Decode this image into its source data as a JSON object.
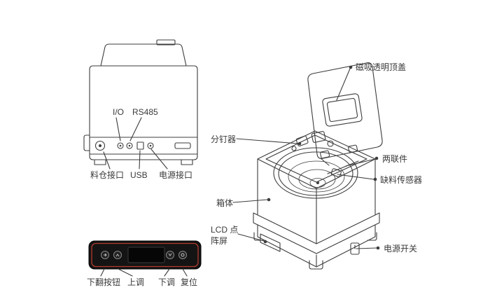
{
  "back_view": {
    "io": "I/O",
    "rs485": "RS485",
    "hopper_port": "料仓接口",
    "usb": "USB",
    "power_port": "电源接口"
  },
  "iso_view": {
    "top_cover": "磁吸透明顶盖",
    "pin_separator": "分钉器",
    "duplex_part": "两联件",
    "shortage_sensor": "缺料传感器",
    "cabinet": "箱体",
    "lcd_line1": "LCD 点",
    "lcd_line2": "阵屏",
    "power_switch": "电源开关"
  },
  "panel": {
    "page_down_button": "下翻按钮",
    "up_button": "上调",
    "down_button": "下调",
    "reset_button": "复位"
  },
  "colors": {
    "line": "#3d3d3d",
    "panel_bg": "#141414",
    "panel_accent": "#b23b2e"
  }
}
